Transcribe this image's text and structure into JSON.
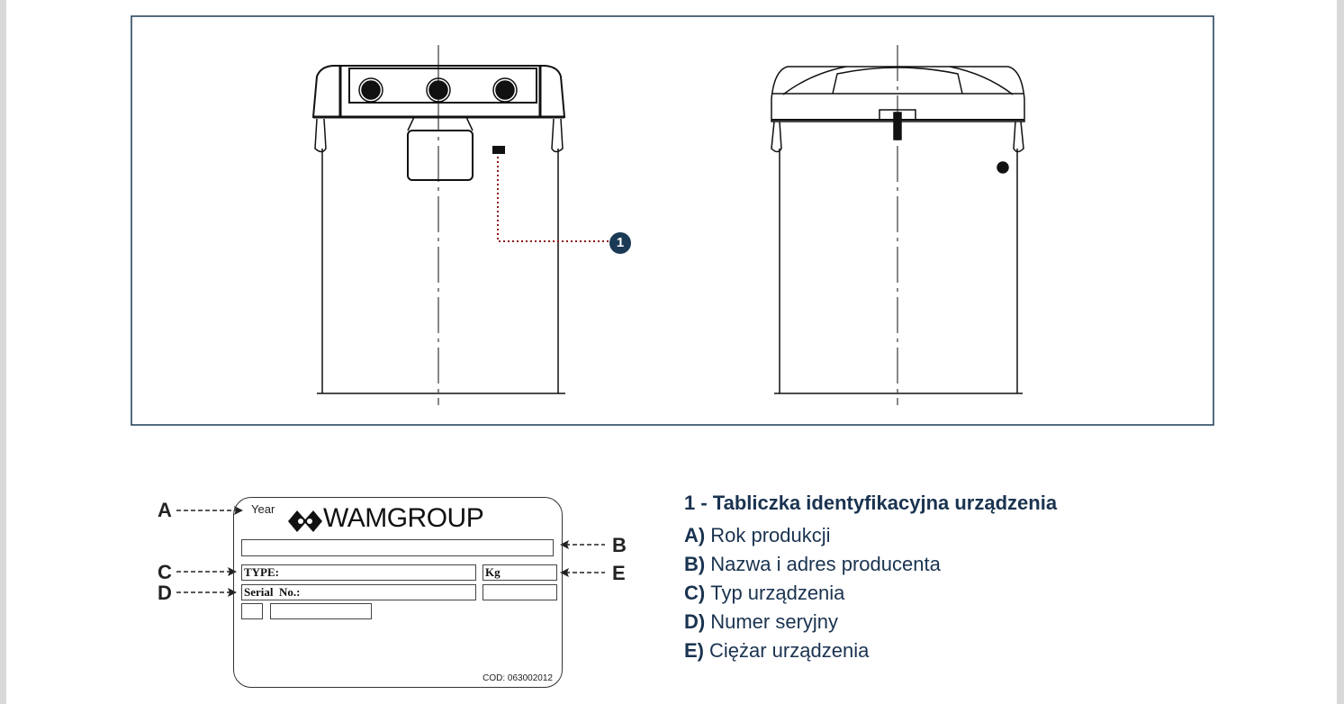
{
  "drawing": {
    "callout_number": "1"
  },
  "nameplate": {
    "year_label": "Year",
    "brand": "WAMGROUP",
    "type_label": "TYPE:",
    "weight_label": "Kg",
    "serial_label": "Serial  No.:",
    "code": "COD: 063002012",
    "pointers": [
      "A",
      "B",
      "C",
      "D",
      "E"
    ]
  },
  "legend": {
    "title": "1 - Tabliczka identyfikacyjna urządzenia",
    "items": [
      {
        "key": "A)",
        "text": "Rok produkcji"
      },
      {
        "key": "B)",
        "text": "Nazwa i adres producenta"
      },
      {
        "key": "C)",
        "text": "Typ urządzenia"
      },
      {
        "key": "D)",
        "text": "Numer seryjny"
      },
      {
        "key": "E)",
        "text": "Ciężar urządzenia"
      }
    ]
  },
  "colors": {
    "frame": "#1b3a55",
    "text": "#1a3350",
    "leader": "#8b1a1a"
  }
}
